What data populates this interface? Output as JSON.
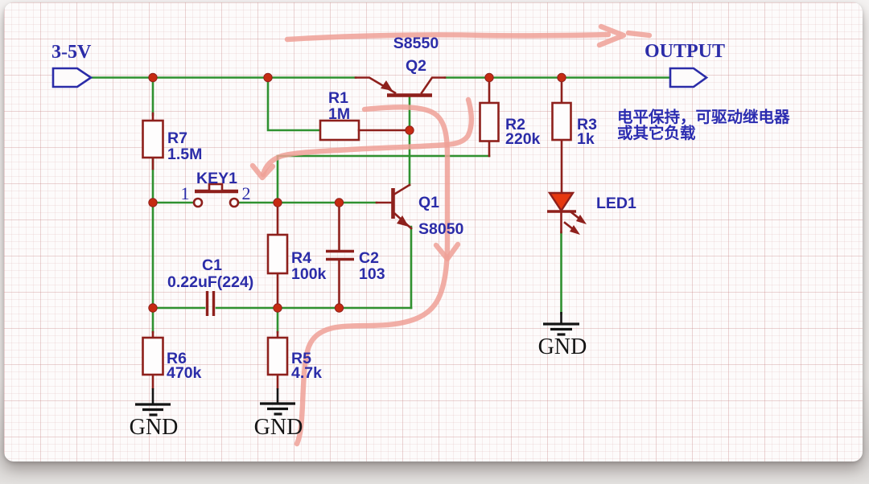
{
  "ports": {
    "input": "3-5V",
    "output": "OUTPUT"
  },
  "transistors": {
    "q2": {
      "ref": "Q2",
      "part": "S8550"
    },
    "q1": {
      "ref": "Q1",
      "part": "S8050"
    }
  },
  "resistors": {
    "r1": {
      "ref": "R1",
      "value": "1M"
    },
    "r2": {
      "ref": "R2",
      "value": "220k"
    },
    "r3": {
      "ref": "R3",
      "value": "1k"
    },
    "r4": {
      "ref": "R4",
      "value": "100k"
    },
    "r5": {
      "ref": "R5",
      "value": "4.7k"
    },
    "r6": {
      "ref": "R6",
      "value": "470k"
    },
    "r7": {
      "ref": "R7",
      "value": "1.5M"
    }
  },
  "capacitors": {
    "c1": {
      "ref": "C1",
      "value": "0.22uF(224)"
    },
    "c2": {
      "ref": "C2",
      "value": "103"
    }
  },
  "button": {
    "ref": "KEY1",
    "pin1": "1",
    "pin2": "2"
  },
  "led": {
    "ref": "LED1"
  },
  "grounds": {
    "g1": "GND",
    "g2": "GND",
    "g3": "GND"
  },
  "annotation": {
    "line1": "电平保持，可驱动继电器",
    "line2": "或其它负载"
  },
  "colors": {
    "wire_green": "#2f9130",
    "component_dark_red": "#8e201c",
    "junction_red": "#c62b12",
    "label_blue": "#2b2ca8",
    "annotation_pink": "#efa096",
    "ground_black": "#141414",
    "led_fill_red": "#e6380f",
    "grid_pink": "#e9cfcf",
    "canvas_white": "#fdfbfb"
  }
}
